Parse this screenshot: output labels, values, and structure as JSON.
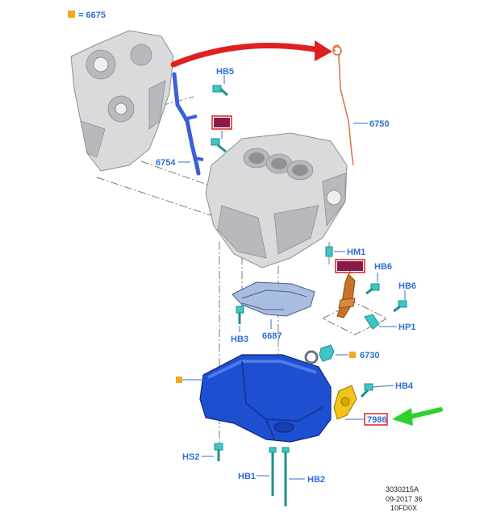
{
  "legend": {
    "swatch_color": "#f5a623",
    "text": "= 6675"
  },
  "labels": {
    "hb5": "HB5",
    "redacted_1": "",
    "l6754": "6754",
    "l6750": "6750",
    "hm1": "HM1",
    "redacted_2": "",
    "hb6a": "HB6",
    "hb6b": "HB6",
    "hp1": "HP1",
    "hb3": "HB3",
    "l6687": "6687",
    "l6730": "6730",
    "hb4": "HB4",
    "l7986": "7986",
    "hs2": "HS2",
    "hb1": "HB1",
    "hb2": "HB2"
  },
  "footer": {
    "line1": "3030215A",
    "line2": "09-2017 36",
    "line3": "10FD0X"
  },
  "colors": {
    "label_blue": "#2f6fd6",
    "orange_square": "#f5a623",
    "red_arrow": "#e02020",
    "green_arrow": "#2ed12e",
    "oil_pan_blue": "#1f4fd1",
    "bolt_teal": "#3fc6c4",
    "pump_orange": "#c8732a",
    "dipstick_orange": "#d9743c",
    "redaction_box": "#8a1a4a",
    "highlight_frame": "#e02020"
  },
  "icons": [
    "orange-square-icon",
    "red-curved-arrow-icon",
    "green-arrow-icon"
  ]
}
